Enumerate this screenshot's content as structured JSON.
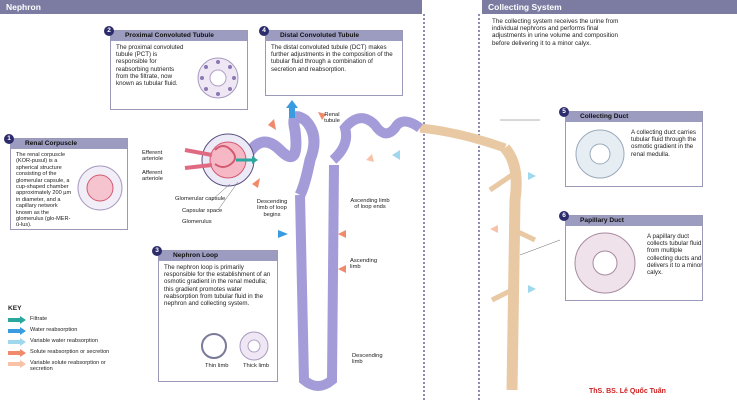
{
  "headers": {
    "left": "Nephron",
    "right": "Collecting System"
  },
  "collecting_intro": "The collecting system receives the urine from individual nephrons and performs final adjustments in urine volume and composition before delivering it to a minor calyx.",
  "panels": {
    "proximal": {
      "number": "2",
      "title": "Proximal Convoluted Tubule",
      "text": "The proximal convoluted tubule (PCT) is responsible for reabsorbing nutrients from the filtrate, now known as tubular fluid."
    },
    "distal": {
      "number": "4",
      "title": "Distal Convoluted Tubule",
      "text": "The distal convoluted tubule (DCT) makes further adjustments in the composition of the tubular fluid through a combination of secretion and reabsorption."
    },
    "renal": {
      "number": "1",
      "title": "Renal Corpuscle",
      "text": "The renal corpuscle (KOR-pusul) is a spherical structure consisting of the glomerular capsule, a cup-shaped chamber approximately 200 µm in diameter, and a capillary network known as the glomerulus (glo-MER-ū-lus)."
    },
    "loop": {
      "number": "3",
      "title": "Nephron Loop",
      "text": "The nephron loop is primarily responsible for the establishment of an osmotic gradient in the renal medulla; this gradient promotes water reabsorption from tubular fluid in the nephron and collecting system.",
      "thin": "Thin limb",
      "thick": "Thick limb"
    },
    "collecting": {
      "number": "5",
      "title": "Collecting Duct",
      "text": "A collecting duct carries tubular fluid through the osmotic gradient in the renal medulla."
    },
    "papillary": {
      "number": "6",
      "title": "Papillary Duct",
      "text": "A papillary duct collects tubular fluid from multiple collecting ducts and delivers it to a minor calyx."
    }
  },
  "labels": {
    "efferent": "Efferent arteriole",
    "afferent": "Afferent arteriole",
    "glomerular_capsule": "Glomerular capsule",
    "capsular_space": "Capsular space",
    "glomerulus": "Glomerulus",
    "renal_tubule": "Renal tubule",
    "descending_begins": "Descending limb of loop begins",
    "ascending_ends": "Ascending limb of loop ends",
    "ascending_limb": "Ascending limb",
    "descending_limb": "Descending limb"
  },
  "key": {
    "title": "KEY",
    "items": [
      {
        "label": "Filtrate",
        "color": "#2aa8a0"
      },
      {
        "label": "Water reabsorption",
        "color": "#3a9ce0"
      },
      {
        "label": "Variable water reabsorption",
        "color": "#9fd8ec"
      },
      {
        "label": "Solute reabsorption or secretion",
        "color": "#f08a6a"
      },
      {
        "label": "Variable solute reabsorption or secretion",
        "color": "#f8c2a8"
      }
    ]
  },
  "credit": "ThS. BS. Lê Quốc Tuấn"
}
